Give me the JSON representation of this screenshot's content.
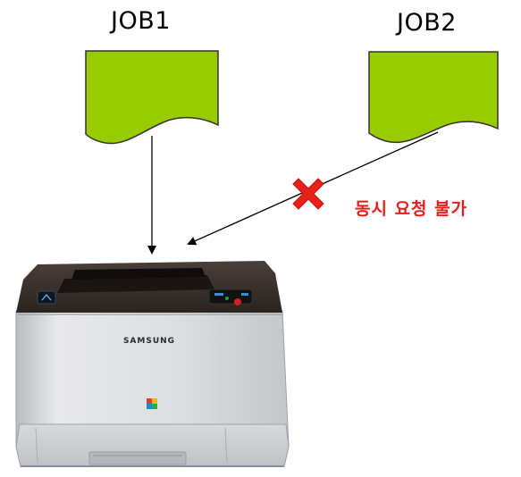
{
  "jobs": [
    {
      "label": "JOB1"
    },
    {
      "label": "JOB2"
    }
  ],
  "conflict": {
    "text": "동시 요청 불가"
  },
  "printer": {
    "brand": "SAMSUNG"
  },
  "colors": {
    "document_fill": "#99cc00",
    "document_stroke": "#333333",
    "conflict": "#e8201c",
    "arrow": "#000000"
  },
  "icons": {
    "block_mark": "cross-icon",
    "device": "printer-icon"
  }
}
